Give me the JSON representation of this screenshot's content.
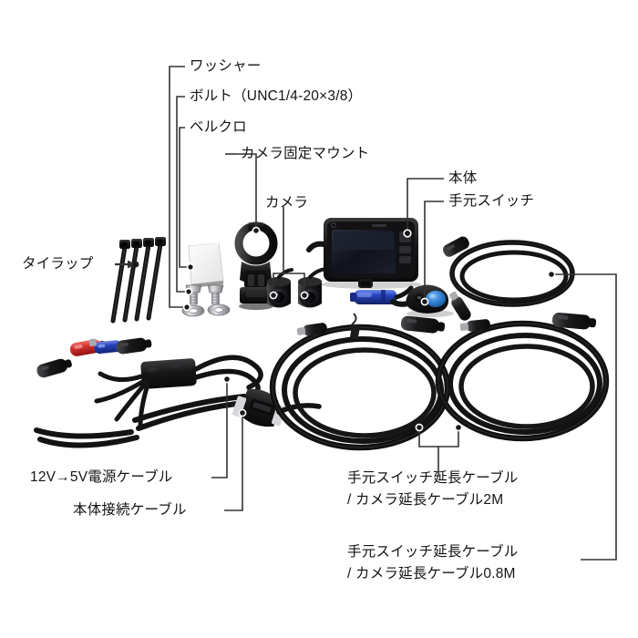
{
  "document": {
    "kind": "product-parts-diagram",
    "language": "ja",
    "background_color": "#ffffff",
    "leader_color": "#333333",
    "text_color": "#141414"
  },
  "labels": {
    "washer": "ワッシャー",
    "bolt": "ボルト（UNC1/4-20×3/8）",
    "velcro": "ベルクロ",
    "camera_mount": "カメラ固定マウント",
    "camera": "カメラ",
    "main_body": "本体",
    "hand_switch": "手元スイッチ",
    "tie_wrap": "タイラップ",
    "power_cable": "12V→5V電源ケーブル",
    "body_cable": "本体接続ケーブル",
    "ext_2m_line1": "手元スイッチ延長ケーブル",
    "ext_2m_line2": "/ カメラ延長ケーブル2M",
    "ext_08m_line1": "手元スイッチ延長ケーブル",
    "ext_08m_line2": "/ カメラ延長ケーブル0.8M"
  },
  "parts": {
    "velcro": {
      "name": "velcro-pad",
      "color": "#f2f2f2"
    },
    "bolts": {
      "name": "hex-bolt",
      "count": 2,
      "color": "#b9b9bd"
    },
    "washers": {
      "name": "flat-washer",
      "count": 2,
      "color": "#c9c9cd"
    },
    "tie_wraps": {
      "name": "cable-tie",
      "count": 4,
      "color": "#1a1a1a"
    },
    "camera_mount": {
      "name": "camera-clamp-mount",
      "color": "#151515"
    },
    "cameras": {
      "name": "bullet-camera",
      "count": 2,
      "color": "#141414"
    },
    "main_body": {
      "name": "dvr-main-unit",
      "color": "#1b1b1b",
      "screen_color": "#14141e"
    },
    "hand_switch": {
      "name": "handlebar-switch",
      "color": "#171717",
      "button_color": "#2e7fd4"
    },
    "power_cable": {
      "name": "12v-to-5v-power-cable",
      "connectors": [
        "#141414",
        "#c62626",
        "#1f3fb0",
        "#141414"
      ],
      "box_color": "#1a1a1a"
    },
    "body_cable": {
      "name": "main-unit-connection-cable",
      "color": "#141414"
    },
    "ext_cable_2m": {
      "name": "extension-cable-2m",
      "color": "#121212"
    },
    "ext_cable_08m": {
      "name": "extension-cable-0-8m",
      "color": "#121212"
    },
    "blue_connector": {
      "name": "blue-inline-connector",
      "color": "#2340b8"
    }
  }
}
